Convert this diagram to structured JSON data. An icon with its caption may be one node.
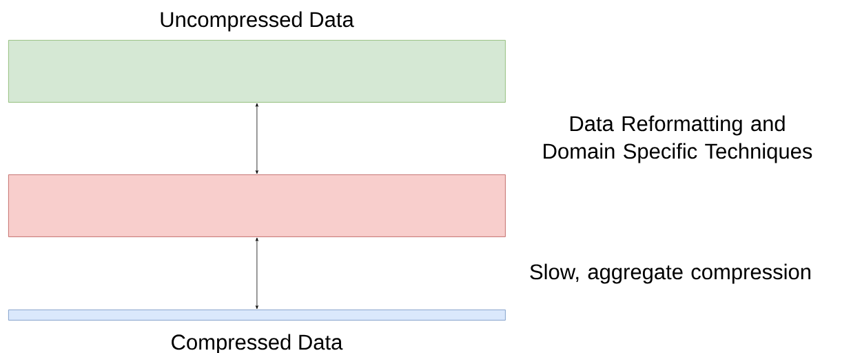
{
  "diagram": {
    "nodes": [
      {
        "text": [
          "Uncompressed Data"
        ]
      },
      {
        "text": [],
        "shape": "box"
      },
      {
        "text": [
          "Compressed Data"
        ]
      }
    ],
    "edges": [
      {
        "from": 0,
        "to": 1,
        "arrow": "both"
      },
      {
        "from": 1,
        "to": 2,
        "arrow": "both"
      }
    ],
    "labels": [
      "Data Reformatting and Domain Specific Techniques",
      "Slow, aggregate compression"
    ]
  }
}
